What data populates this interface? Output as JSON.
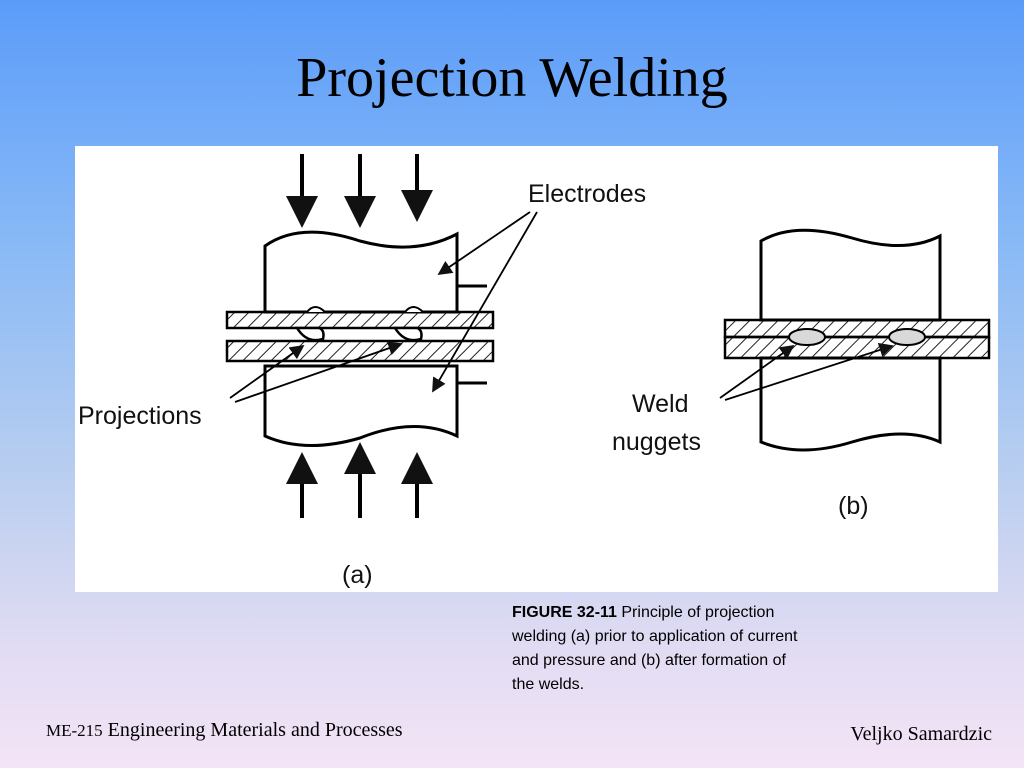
{
  "slide": {
    "title": "Projection Welding"
  },
  "figure": {
    "labels": {
      "electrodes": "Electrodes",
      "projections": "Projections",
      "weld": "Weld",
      "nuggets": "nuggets",
      "part_a": "(a)",
      "part_b": "(b)"
    }
  },
  "caption": {
    "figure_number": "FIGURE 32-11",
    "text": " Principle of projection welding (a) prior to application of current and pressure and (b) after formation of the welds."
  },
  "footer": {
    "course_code": "ME-215",
    "course_name": " Engineering Materials and Processes",
    "author": "Veljko Samardzic"
  }
}
